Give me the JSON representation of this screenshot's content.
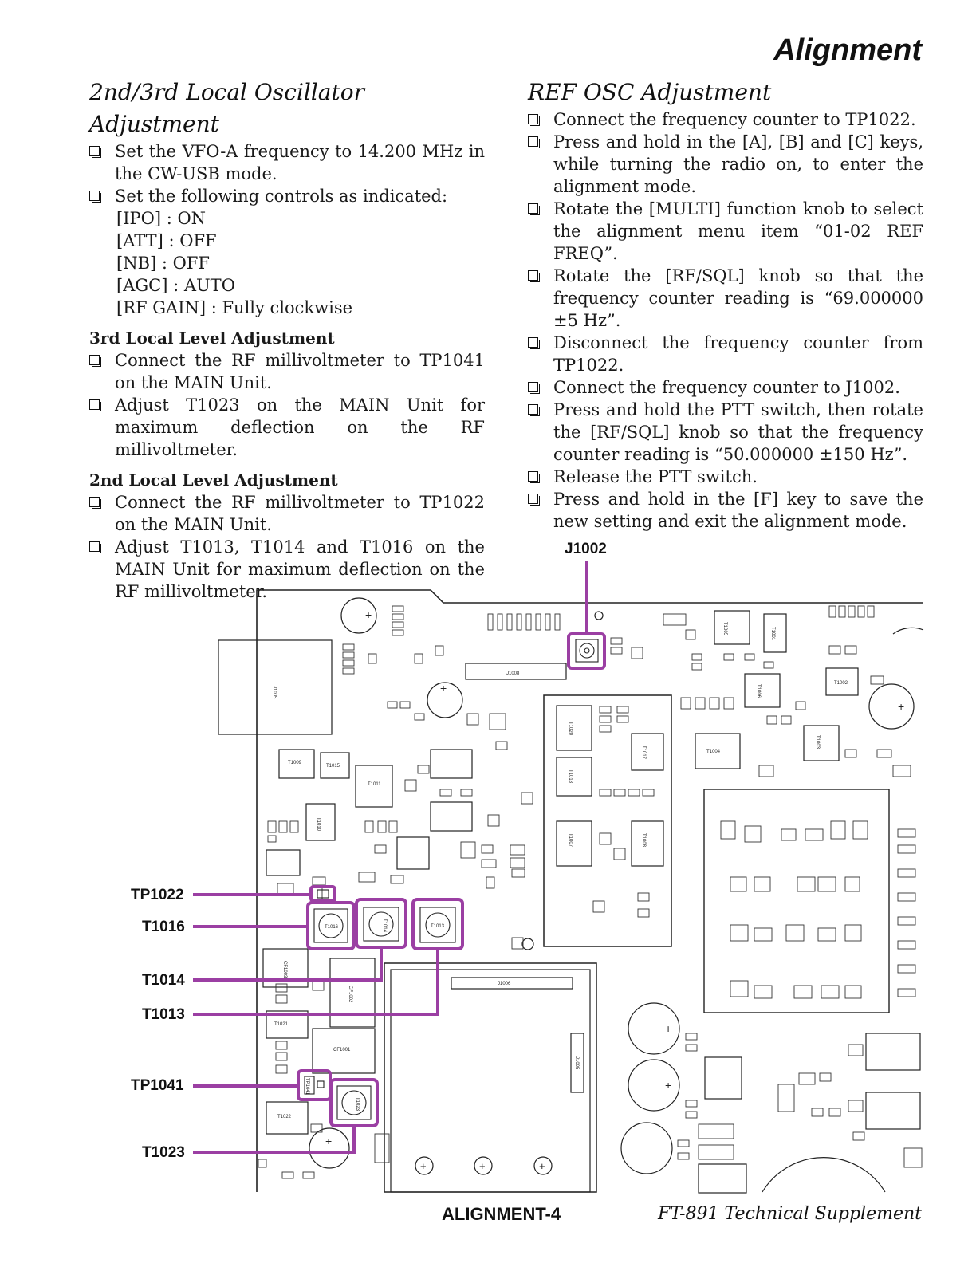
{
  "header": {
    "title": "Alignment"
  },
  "left": {
    "title": "2nd/3rd Local Oscillator Adjustment",
    "steps": [
      "Set the VFO-A frequency to 14.200 MHz in the CW-USB mode.",
      "Set the following controls as indicated:"
    ],
    "controls": [
      "[IPO] : ON",
      "[ATT] : OFF",
      "[NB] : OFF",
      "[AGC] : AUTO",
      "[RF GAIN] : Fully clockwise"
    ],
    "sub1": {
      "title": "3rd Local Level Adjustment",
      "steps": [
        "Connect the RF millivoltmeter to TP1041 on the MAIN Unit.",
        "Adjust T1023 on the MAIN Unit for maximum deflection on the RF millivoltmeter."
      ]
    },
    "sub2": {
      "title": "2nd Local Level Adjustment",
      "steps": [
        "Connect the RF millivoltmeter to TP1022 on the MAIN Unit.",
        "Adjust T1013, T1014 and T1016 on the MAIN Unit for maximum deflection on the RF millivoltmeter."
      ]
    }
  },
  "right": {
    "title": "REF OSC Adjustment",
    "steps": [
      "Connect the frequency counter to TP1022.",
      "Press and hold in the [A], [B] and [C] keys, while turning the radio on, to enter the alignment mode.",
      "Rotate the [MULTI] function knob to select the alignment menu item “01-02 REF FREQ”.",
      "Rotate the [RF/SQL] knob so that the frequency counter reading is “69.000000 ±5 Hz”.",
      "Disconnect the frequency counter from TP1022.",
      "Connect the frequency counter to J1002.",
      "Press and hold the PTT switch, then rotate the [RF/SQL] knob so that the frequency counter reading is “50.000000 ±150 Hz”.",
      "Release the PTT switch.",
      "Press and hold in the [F] key to save the new setting and exit the alignment mode."
    ]
  },
  "diagram": {
    "callouts": [
      "J1002",
      "TP1022",
      "T1016",
      "T1014",
      "T1013",
      "TP1041",
      "T1023"
    ],
    "part_labels": {
      "j1002": "J1002",
      "t1016": "T1016",
      "t1014": "T1014",
      "t1013": "T1013",
      "t1023": "T1023",
      "tp1022": "TP1022",
      "tp1041": "TP1041",
      "t1009": "T1009",
      "t1015": "T1015",
      "t1011": "T1011",
      "t1010": "T1010",
      "t1020": "T1020",
      "t1018": "T1018",
      "t1017": "T1017",
      "t1021": "T1021",
      "t1022": "T1022",
      "t1001": "T1001",
      "t1002": "T1002",
      "t1004": "T1004",
      "t1005": "T1005",
      "t1006": "T1006",
      "t1003": "T1003",
      "t1007": "T1007",
      "t1008": "T1008",
      "j1008": "J1008",
      "j1006": "J1006",
      "j1005": "J1005",
      "cf1001": "CF1001",
      "cf1002": "CF1002",
      "cf1003": "CF1003"
    },
    "highlight_color": "#9b3fa3"
  },
  "footer": {
    "page": "ALIGNMENT-4",
    "doc": "FT-891 Technical Supplement"
  }
}
